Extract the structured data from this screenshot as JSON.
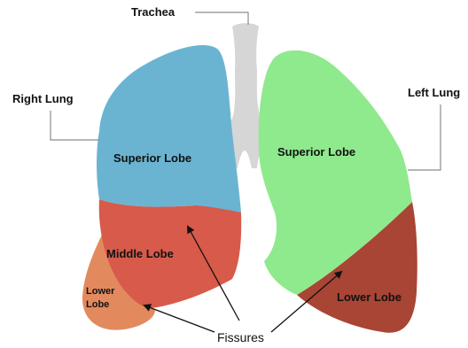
{
  "colors": {
    "right_superior": "#6ab4d2",
    "right_middle": "#d75a4a",
    "right_lower": "#e28a5e",
    "left_superior": "#8fe98d",
    "left_lower": "#a84535",
    "trachea": "#d6d6d6",
    "leader_line": "#8c8c8c",
    "arrow": "#111111"
  },
  "labels": {
    "trachea": "Trachea",
    "right_lung": "Right Lung",
    "left_lung": "Left Lung",
    "right_superior_lobe": "Superior Lobe",
    "right_middle_lobe": "Middle Lobe",
    "right_lower_lobe": "Lower\nLobe",
    "left_superior_lobe": "Superior Lobe",
    "left_lower_lobe": "Lower Lobe",
    "fissures": "Fissures"
  }
}
